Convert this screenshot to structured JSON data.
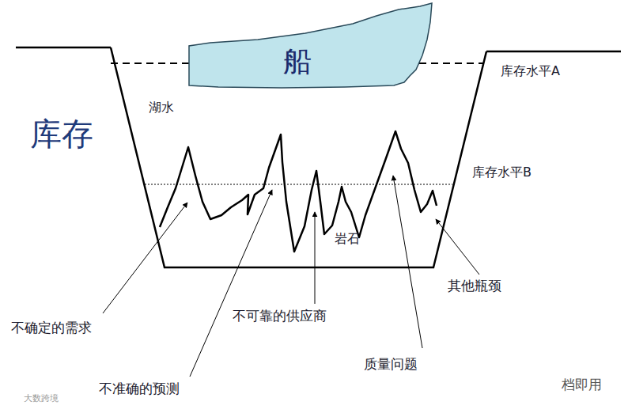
{
  "diagram": {
    "nodes": [
      {
        "text": [
          "船"
        ]
      }
    ],
    "labels": [
      "库存",
      "湖水",
      "库存水平A",
      "库存水平B",
      "岩石",
      "不确定的需求",
      "不准确的预测",
      "不可靠的供应商",
      "质量问题",
      "其他瓶颈",
      "档即用",
      "大数跨境"
    ]
  }
}
